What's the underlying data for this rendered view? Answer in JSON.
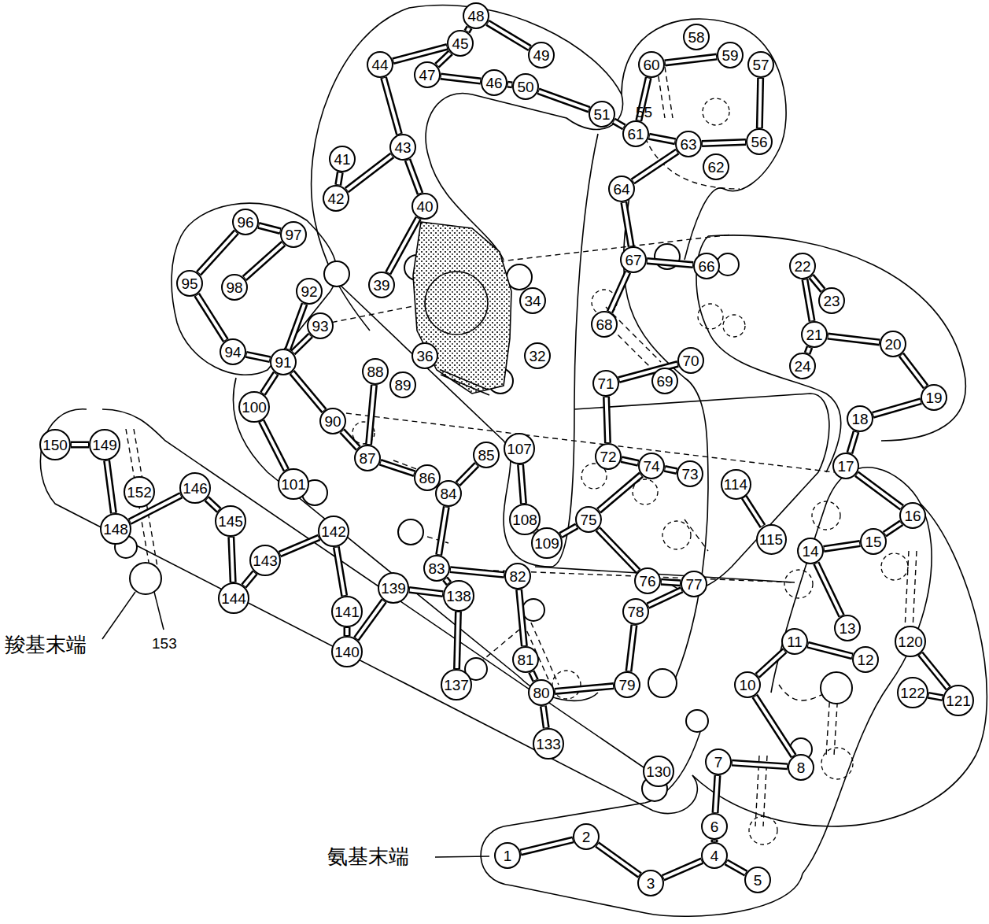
{
  "diagram": {
    "nodes": [
      {
        "text": [
          "1"
        ]
      },
      {
        "text": [
          "2"
        ]
      },
      {
        "text": [
          "3"
        ]
      },
      {
        "text": [
          "4"
        ]
      },
      {
        "text": [
          "5"
        ]
      },
      {
        "text": [
          "6"
        ]
      },
      {
        "text": [
          "7"
        ]
      },
      {
        "text": [
          "8"
        ]
      },
      {
        "text": [
          "10"
        ]
      },
      {
        "text": [
          "11"
        ]
      },
      {
        "text": [
          "12"
        ]
      },
      {
        "text": [
          "13"
        ]
      },
      {
        "text": [
          "14"
        ]
      },
      {
        "text": [
          "15"
        ]
      },
      {
        "text": [
          "16"
        ]
      },
      {
        "text": [
          "17"
        ]
      },
      {
        "text": [
          "18"
        ]
      },
      {
        "text": [
          "19"
        ]
      },
      {
        "text": [
          "20"
        ]
      },
      {
        "text": [
          "21"
        ]
      },
      {
        "text": [
          "22"
        ]
      },
      {
        "text": [
          "23"
        ]
      },
      {
        "text": [
          "24"
        ]
      },
      {
        "text": [
          "32"
        ]
      },
      {
        "text": [
          "34"
        ]
      },
      {
        "text": [
          "36"
        ]
      },
      {
        "text": [
          "39"
        ]
      },
      {
        "text": [
          "40"
        ]
      },
      {
        "text": [
          "41"
        ]
      },
      {
        "text": [
          "42"
        ]
      },
      {
        "text": [
          "43"
        ]
      },
      {
        "text": [
          "44"
        ]
      },
      {
        "text": [
          "45"
        ]
      },
      {
        "text": [
          "46"
        ]
      },
      {
        "text": [
          "47"
        ]
      },
      {
        "text": [
          "48"
        ]
      },
      {
        "text": [
          "49"
        ]
      },
      {
        "text": [
          "50"
        ]
      },
      {
        "text": [
          "51"
        ]
      },
      {
        "text": [
          "56"
        ]
      },
      {
        "text": [
          "57"
        ]
      },
      {
        "text": [
          "58"
        ]
      },
      {
        "text": [
          "59"
        ]
      },
      {
        "text": [
          "60"
        ]
      },
      {
        "text": [
          "61"
        ]
      },
      {
        "text": [
          "62"
        ]
      },
      {
        "text": [
          "63"
        ]
      },
      {
        "text": [
          "64"
        ]
      },
      {
        "text": [
          "66"
        ]
      },
      {
        "text": [
          "67"
        ]
      },
      {
        "text": [
          "68"
        ]
      },
      {
        "text": [
          "69"
        ]
      },
      {
        "text": [
          "70"
        ]
      },
      {
        "text": [
          "71"
        ]
      },
      {
        "text": [
          "72"
        ]
      },
      {
        "text": [
          "73"
        ]
      },
      {
        "text": [
          "74"
        ]
      },
      {
        "text": [
          "75"
        ]
      },
      {
        "text": [
          "76"
        ]
      },
      {
        "text": [
          "77"
        ]
      },
      {
        "text": [
          "78"
        ]
      },
      {
        "text": [
          "79"
        ]
      },
      {
        "text": [
          "80"
        ]
      },
      {
        "text": [
          "81"
        ]
      },
      {
        "text": [
          "82"
        ]
      },
      {
        "text": [
          "83"
        ]
      },
      {
        "text": [
          "84"
        ]
      },
      {
        "text": [
          "85"
        ]
      },
      {
        "text": [
          "86"
        ]
      },
      {
        "text": [
          "87"
        ]
      },
      {
        "text": [
          "88"
        ]
      },
      {
        "text": [
          "89"
        ]
      },
      {
        "text": [
          "90"
        ]
      },
      {
        "text": [
          "91"
        ]
      },
      {
        "text": [
          "92"
        ]
      },
      {
        "text": [
          "93"
        ]
      },
      {
        "text": [
          "94"
        ]
      },
      {
        "text": [
          "95"
        ]
      },
      {
        "text": [
          "96"
        ]
      },
      {
        "text": [
          "97"
        ]
      },
      {
        "text": [
          "98"
        ]
      },
      {
        "text": [
          "100"
        ]
      },
      {
        "text": [
          "101"
        ]
      },
      {
        "text": [
          "107"
        ]
      },
      {
        "text": [
          "108"
        ]
      },
      {
        "text": [
          "109"
        ]
      },
      {
        "text": [
          "114"
        ]
      },
      {
        "text": [
          "115"
        ]
      },
      {
        "text": [
          "120"
        ]
      },
      {
        "text": [
          "121"
        ]
      },
      {
        "text": [
          "122"
        ]
      },
      {
        "text": [
          "130"
        ]
      },
      {
        "text": [
          "133"
        ]
      },
      {
        "text": [
          "137"
        ]
      },
      {
        "text": [
          "138"
        ]
      },
      {
        "text": [
          "139"
        ]
      },
      {
        "text": [
          "140"
        ]
      },
      {
        "text": [
          "141"
        ]
      },
      {
        "text": [
          "142"
        ]
      },
      {
        "text": [
          "143"
        ]
      },
      {
        "text": [
          "144"
        ]
      },
      {
        "text": [
          "145"
        ]
      },
      {
        "text": [
          "146"
        ]
      },
      {
        "text": [
          "148"
        ]
      },
      {
        "text": [
          "149"
        ]
      },
      {
        "text": [
          "150"
        ]
      },
      {
        "text": [
          "152"
        ]
      }
    ],
    "edges": [
      {
        "from": 0,
        "to": 1,
        "arrow": "none"
      },
      {
        "from": 1,
        "to": 2,
        "arrow": "none"
      },
      {
        "from": 2,
        "to": 3,
        "arrow": "none"
      },
      {
        "from": 3,
        "to": 4,
        "arrow": "none"
      },
      {
        "from": 3,
        "to": 5,
        "arrow": "none"
      },
      {
        "from": 5,
        "to": 6,
        "arrow": "none"
      },
      {
        "from": 6,
        "to": 7,
        "arrow": "none"
      },
      {
        "from": 7,
        "to": 8,
        "arrow": "none"
      },
      {
        "from": 8,
        "to": 9,
        "arrow": "none"
      },
      {
        "from": 9,
        "to": 10,
        "arrow": "none"
      },
      {
        "from": 11,
        "to": 12,
        "arrow": "none"
      },
      {
        "from": 12,
        "to": 13,
        "arrow": "none"
      },
      {
        "from": 13,
        "to": 14,
        "arrow": "none"
      },
      {
        "from": 14,
        "to": 15,
        "arrow": "none"
      },
      {
        "from": 15,
        "to": 16,
        "arrow": "none"
      },
      {
        "from": 16,
        "to": 17,
        "arrow": "none"
      },
      {
        "from": 17,
        "to": 18,
        "arrow": "none"
      },
      {
        "from": 18,
        "to": 19,
        "arrow": "none"
      },
      {
        "from": 19,
        "to": 20,
        "arrow": "none"
      },
      {
        "from": 20,
        "to": 21,
        "arrow": "none"
      },
      {
        "from": 19,
        "to": 22,
        "arrow": "none"
      },
      {
        "from": 26,
        "to": 27,
        "arrow": "none"
      },
      {
        "from": 27,
        "to": 30,
        "arrow": "none"
      },
      {
        "from": 28,
        "to": 29,
        "arrow": "none"
      },
      {
        "from": 29,
        "to": 30,
        "arrow": "none"
      },
      {
        "from": 30,
        "to": 31,
        "arrow": "none"
      },
      {
        "from": 31,
        "to": 32,
        "arrow": "none"
      },
      {
        "from": 32,
        "to": 34,
        "arrow": "none"
      },
      {
        "from": 32,
        "to": 35,
        "arrow": "none"
      },
      {
        "from": 34,
        "to": 33,
        "arrow": "none"
      },
      {
        "from": 33,
        "to": 37,
        "arrow": "none"
      },
      {
        "from": 35,
        "to": 36,
        "arrow": "none"
      },
      {
        "from": 37,
        "to": 38,
        "arrow": "none"
      },
      {
        "from": 38,
        "to": 44,
        "arrow": "none"
      },
      {
        "from": 43,
        "to": 44,
        "arrow": "none"
      },
      {
        "from": 43,
        "to": 42,
        "arrow": "none"
      },
      {
        "from": 40,
        "to": 39,
        "arrow": "none"
      },
      {
        "from": 39,
        "to": 46,
        "arrow": "none"
      },
      {
        "from": 44,
        "to": 46,
        "arrow": "none"
      },
      {
        "from": 46,
        "to": 47,
        "arrow": "none"
      },
      {
        "from": 47,
        "to": 49,
        "arrow": "none"
      },
      {
        "from": 49,
        "to": 48,
        "arrow": "none"
      },
      {
        "from": 49,
        "to": 50,
        "arrow": "none"
      },
      {
        "from": 53,
        "to": 52,
        "arrow": "none"
      },
      {
        "from": 53,
        "to": 54,
        "arrow": "none"
      },
      {
        "from": 54,
        "to": 56,
        "arrow": "none"
      },
      {
        "from": 56,
        "to": 55,
        "arrow": "none"
      },
      {
        "from": 56,
        "to": 57,
        "arrow": "none"
      },
      {
        "from": 57,
        "to": 58,
        "arrow": "none"
      },
      {
        "from": 58,
        "to": 59,
        "arrow": "none"
      },
      {
        "from": 59,
        "to": 60,
        "arrow": "none"
      },
      {
        "from": 60,
        "to": 61,
        "arrow": "none"
      },
      {
        "from": 61,
        "to": 62,
        "arrow": "none"
      },
      {
        "from": 62,
        "to": 63,
        "arrow": "none"
      },
      {
        "from": 63,
        "to": 64,
        "arrow": "none"
      },
      {
        "from": 64,
        "to": 65,
        "arrow": "none"
      },
      {
        "from": 65,
        "to": 66,
        "arrow": "none"
      },
      {
        "from": 66,
        "to": 67,
        "arrow": "none"
      },
      {
        "from": 66,
        "to": 68,
        "arrow": "none"
      },
      {
        "from": 68,
        "to": 69,
        "arrow": "none"
      },
      {
        "from": 69,
        "to": 70,
        "arrow": "none"
      },
      {
        "from": 69,
        "to": 72,
        "arrow": "none"
      },
      {
        "from": 72,
        "to": 73,
        "arrow": "none"
      },
      {
        "from": 73,
        "to": 74,
        "arrow": "none"
      },
      {
        "from": 73,
        "to": 75,
        "arrow": "none"
      },
      {
        "from": 73,
        "to": 76,
        "arrow": "none"
      },
      {
        "from": 76,
        "to": 77,
        "arrow": "none"
      },
      {
        "from": 77,
        "to": 78,
        "arrow": "none"
      },
      {
        "from": 78,
        "to": 79,
        "arrow": "none"
      },
      {
        "from": 79,
        "to": 80,
        "arrow": "none"
      },
      {
        "from": 73,
        "to": 81,
        "arrow": "none"
      },
      {
        "from": 81,
        "to": 82,
        "arrow": "none"
      },
      {
        "from": 83,
        "to": 84,
        "arrow": "none"
      },
      {
        "from": 84,
        "to": 85,
        "arrow": "none"
      },
      {
        "from": 85,
        "to": 57,
        "arrow": "none"
      },
      {
        "from": 86,
        "to": 87,
        "arrow": "none"
      },
      {
        "from": 88,
        "to": 89,
        "arrow": "none"
      },
      {
        "from": 89,
        "to": 90,
        "arrow": "none"
      },
      {
        "from": 65,
        "to": 94,
        "arrow": "none"
      },
      {
        "from": 94,
        "to": 93,
        "arrow": "none"
      },
      {
        "from": 94,
        "to": 95,
        "arrow": "none"
      },
      {
        "from": 95,
        "to": 96,
        "arrow": "none"
      },
      {
        "from": 96,
        "to": 97,
        "arrow": "none"
      },
      {
        "from": 97,
        "to": 98,
        "arrow": "none"
      },
      {
        "from": 98,
        "to": 99,
        "arrow": "none"
      },
      {
        "from": 99,
        "to": 100,
        "arrow": "none"
      },
      {
        "from": 100,
        "to": 101,
        "arrow": "none"
      },
      {
        "from": 101,
        "to": 102,
        "arrow": "none"
      },
      {
        "from": 102,
        "to": 103,
        "arrow": "none"
      },
      {
        "from": 103,
        "to": 104,
        "arrow": "none"
      },
      {
        "from": 104,
        "to": 105,
        "arrow": "none"
      },
      {
        "from": 62,
        "to": 92,
        "arrow": "none"
      }
    ],
    "labels": [
      "55",
      "153",
      "羧基末端",
      "氨基末端"
    ]
  }
}
